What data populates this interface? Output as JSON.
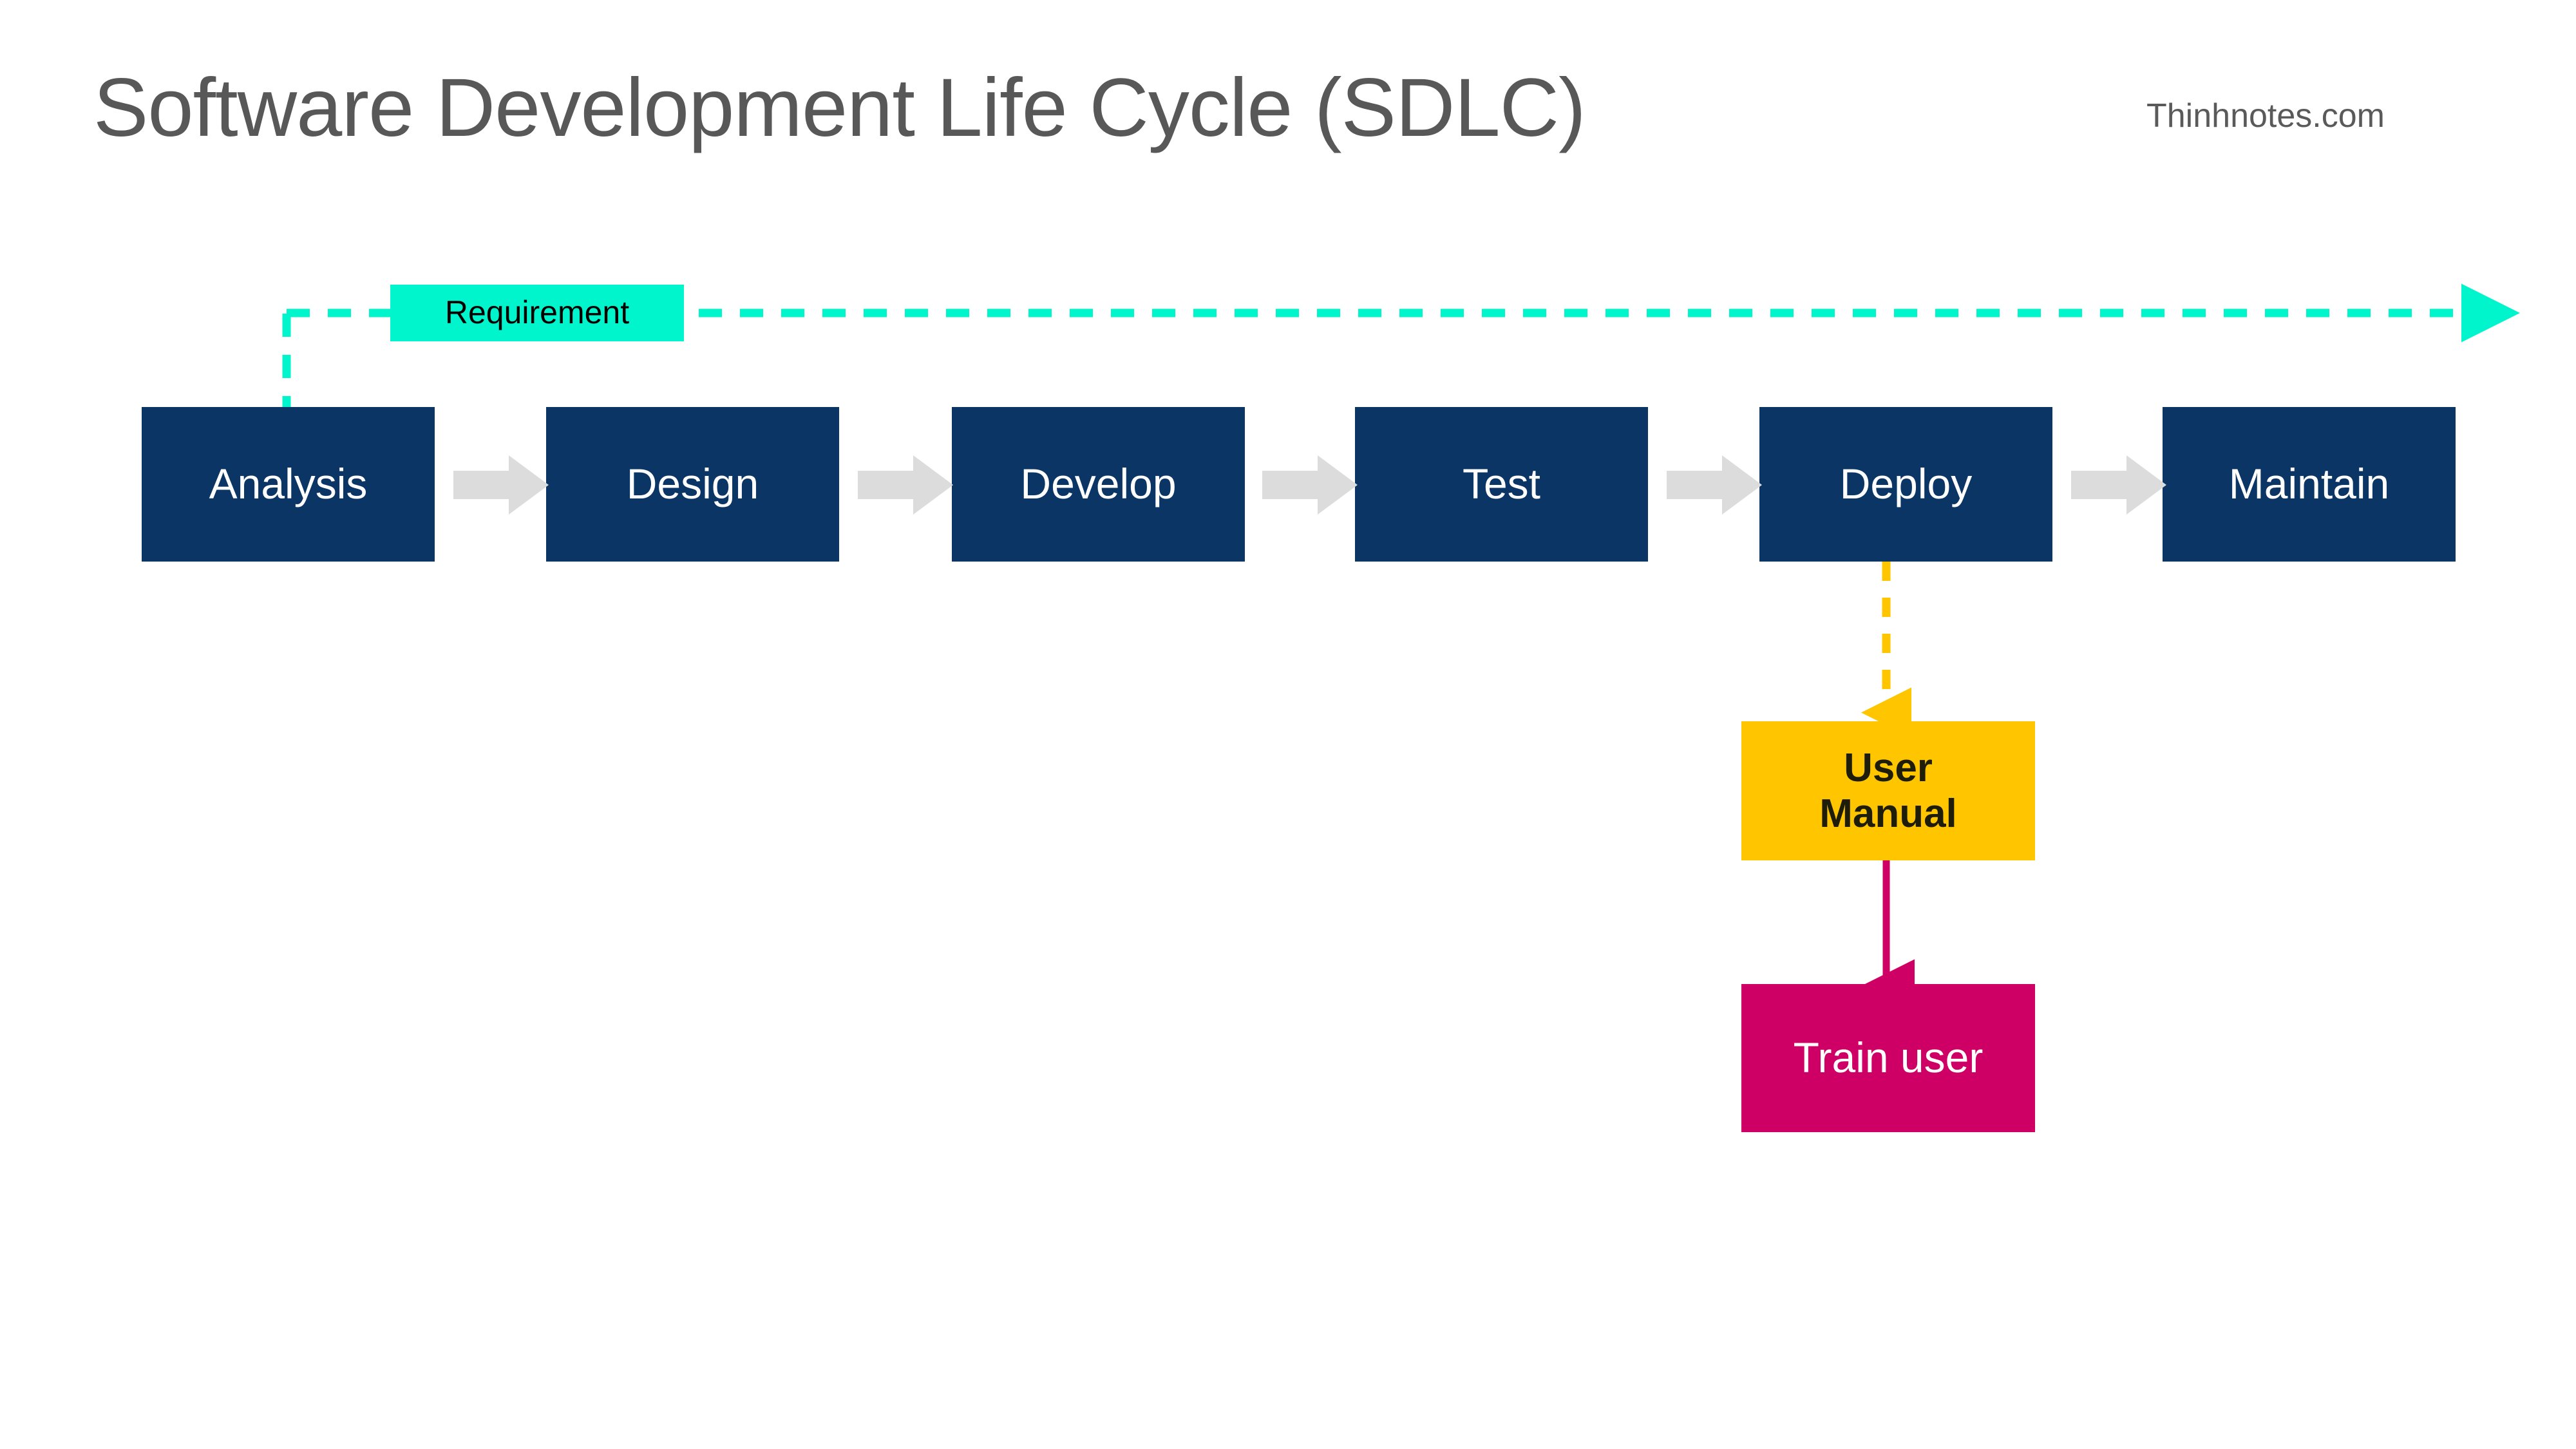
{
  "header": {
    "title": "Software Development Life Cycle (SDLC)",
    "brand": "Thinhnotes.com"
  },
  "colors": {
    "phase_box": "#0A3565",
    "phase_text": "#FFFFFF",
    "requirement_box": "#00F5CC",
    "requirement_text": "#000000",
    "user_manual_box": "#FFC600",
    "user_manual_text": "#1D1D0A",
    "train_user_box": "#CE0066",
    "train_user_text": "#FFFFFF",
    "flow_arrow": "#DCDCDC",
    "requirement_connector": "#00F5CC",
    "deploy_connector": "#FFC600",
    "manual_connector": "#CE0066",
    "title_text": "#585858"
  },
  "diagram": {
    "type": "flowchart",
    "phases": [
      {
        "id": "analysis",
        "label": "Analysis"
      },
      {
        "id": "design",
        "label": "Design"
      },
      {
        "id": "develop",
        "label": "Develop"
      },
      {
        "id": "test",
        "label": "Test"
      },
      {
        "id": "deploy",
        "label": "Deploy"
      },
      {
        "id": "maintain",
        "label": "Maintain"
      }
    ],
    "artifacts": {
      "requirement": {
        "label": "Requirement"
      },
      "user_manual": {
        "label": "User\nManual"
      },
      "train_user": {
        "label": "Train user"
      }
    },
    "flow_arrows": [
      {
        "from": "analysis",
        "to": "design",
        "style": "block-arrow"
      },
      {
        "from": "design",
        "to": "develop",
        "style": "block-arrow"
      },
      {
        "from": "develop",
        "to": "test",
        "style": "block-arrow"
      },
      {
        "from": "test",
        "to": "deploy",
        "style": "block-arrow"
      },
      {
        "from": "deploy",
        "to": "maintain",
        "style": "block-arrow"
      }
    ],
    "connectors": [
      {
        "id": "requirement-feed",
        "label": "Requirement",
        "style": "dashed",
        "color": "#00F5CC",
        "from": "requirement",
        "to": "analysis",
        "direction": "right-and-down",
        "arrowhead_at": "far-right"
      },
      {
        "id": "deploy-to-user-manual",
        "style": "dashed",
        "color": "#FFC600",
        "from": "deploy",
        "to": "user_manual",
        "direction": "down",
        "arrowhead_at": "end"
      },
      {
        "id": "user-manual-to-train-user",
        "style": "solid",
        "color": "#CE0066",
        "from": "user_manual",
        "to": "train_user",
        "direction": "down",
        "arrowhead_at": "end"
      }
    ]
  }
}
